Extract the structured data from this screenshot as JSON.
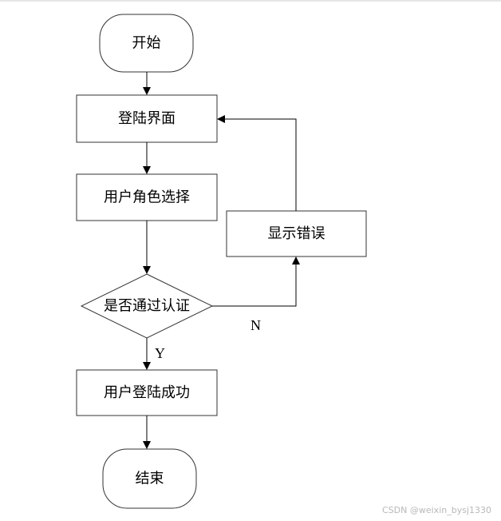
{
  "diagram": {
    "nodes": {
      "start": "开始",
      "login_page": "登陆界面",
      "role_select": "用户角色选择",
      "auth_check": "是否通过认证",
      "show_error": "显示错误",
      "login_success": "用户登陆成功",
      "end": "结束"
    },
    "edges": {
      "no_label": "N",
      "yes_label": "Y"
    },
    "colors": {
      "stroke": "#333333",
      "text": "#000000",
      "background": "#ffffff"
    }
  },
  "watermark": "CSDN @weixin_bysj1330"
}
